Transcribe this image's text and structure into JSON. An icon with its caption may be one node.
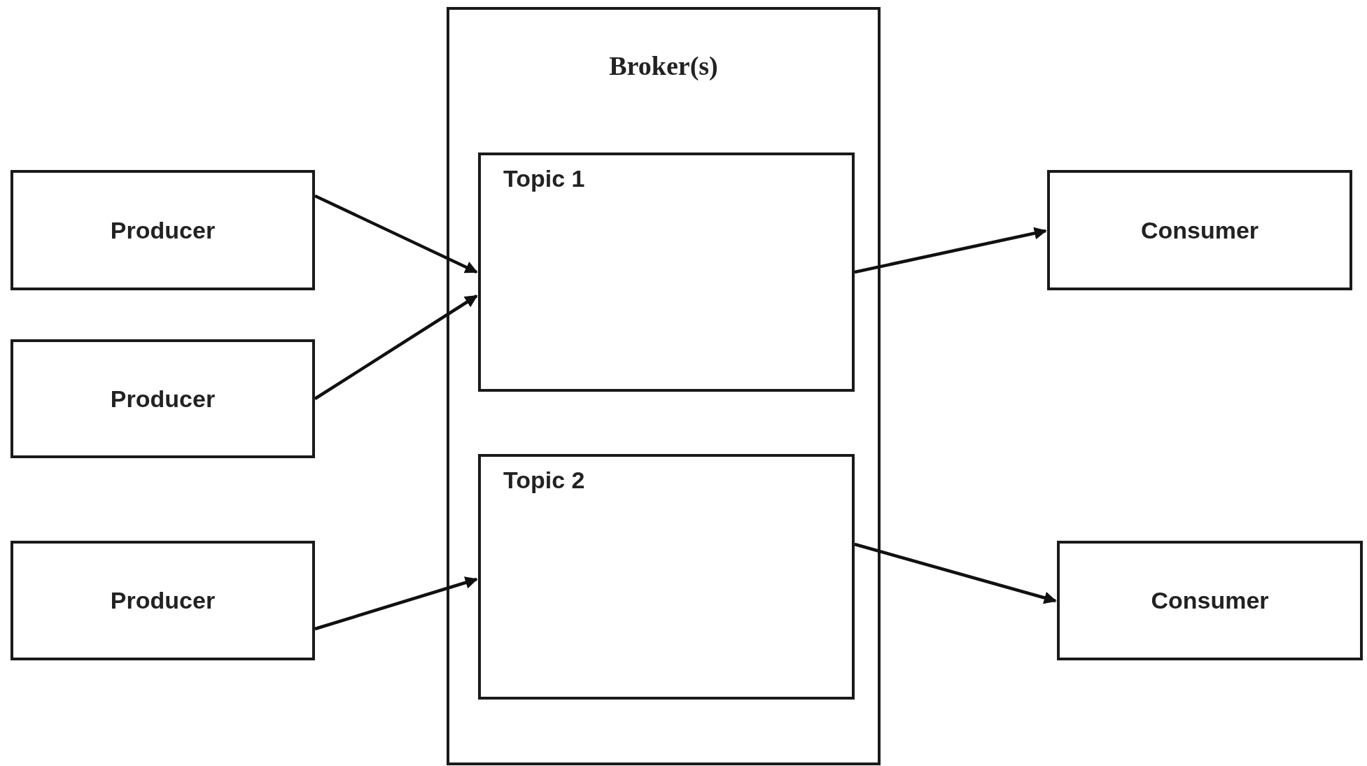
{
  "diagram": {
    "nodes": [
      {
        "text": [
          "Broker(s)"
        ]
      },
      {
        "text": [
          "Topic 1"
        ],
        "in": 0
      },
      {
        "text": [
          "Topic 2"
        ],
        "in": 0
      },
      {
        "text": [
          "Producer"
        ]
      },
      {
        "text": [
          "Producer"
        ]
      },
      {
        "text": [
          "Producer"
        ]
      },
      {
        "text": [
          "Consumer"
        ]
      },
      {
        "text": [
          "Consumer"
        ]
      }
    ],
    "edges": [
      {
        "from": 3,
        "to": 1,
        "arrow": "to"
      },
      {
        "from": 4,
        "to": 1,
        "arrow": "to"
      },
      {
        "from": 5,
        "to": 2,
        "arrow": "to"
      },
      {
        "from": 1,
        "to": 6,
        "arrow": "to"
      },
      {
        "from": 2,
        "to": 7,
        "arrow": "to"
      }
    ]
  }
}
